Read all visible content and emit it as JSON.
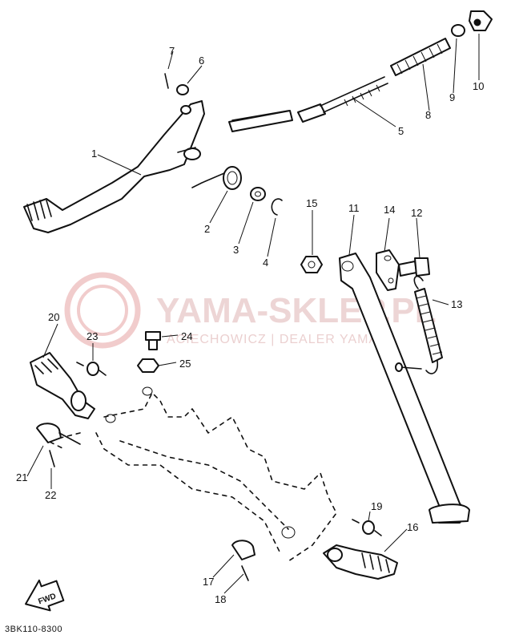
{
  "watermark": {
    "brand": "YAMA-SKLEP.PL",
    "subtitle": "ACIECHOWICZ | DEALER YAMAHA"
  },
  "fwd_label": "FWD",
  "diagram_code": "3BK110-8300",
  "callouts": [
    "1",
    "2",
    "3",
    "4",
    "5",
    "6",
    "7",
    "8",
    "9",
    "10",
    "11",
    "12",
    "13",
    "14",
    "15",
    "16",
    "17",
    "18",
    "19",
    "20",
    "21",
    "22",
    "23",
    "24",
    "25"
  ]
}
